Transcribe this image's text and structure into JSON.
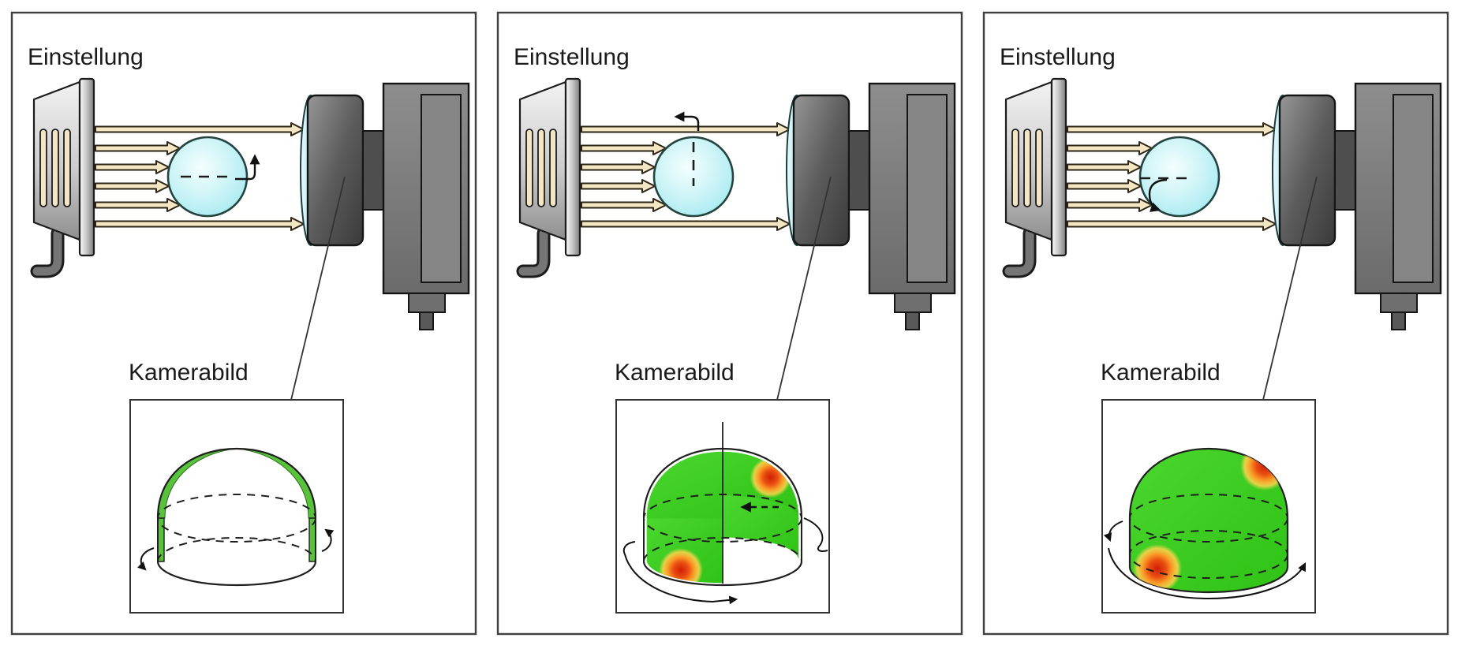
{
  "colors": {
    "panel_border": "#3f3f3f",
    "text": "#1a1a1a",
    "ray_fill": "#f3e6c3",
    "sphere_fill": "#bff0f5",
    "camera_gray": "#7c7c7c",
    "coverage_green": "#3ed321",
    "hotspot_red": "#d01e04",
    "hotspot_orange": "#fb9b27"
  },
  "panels": [
    {
      "title": "Einstellung",
      "camera_label": "Kamerabild",
      "sphere_rotation": "tilt-up-arrow",
      "dome_state": "edges-green-only"
    },
    {
      "title": "Einstellung",
      "camera_label": "Kamerabild",
      "sphere_rotation": "yaw-left-arrow",
      "dome_state": "half-green-two-hotspots-sweep-arrow"
    },
    {
      "title": "Einstellung",
      "camera_label": "Kamerabild",
      "sphere_rotation": "roll-down-arrow",
      "dome_state": "full-green-two-hotspots-both-directions"
    }
  ]
}
